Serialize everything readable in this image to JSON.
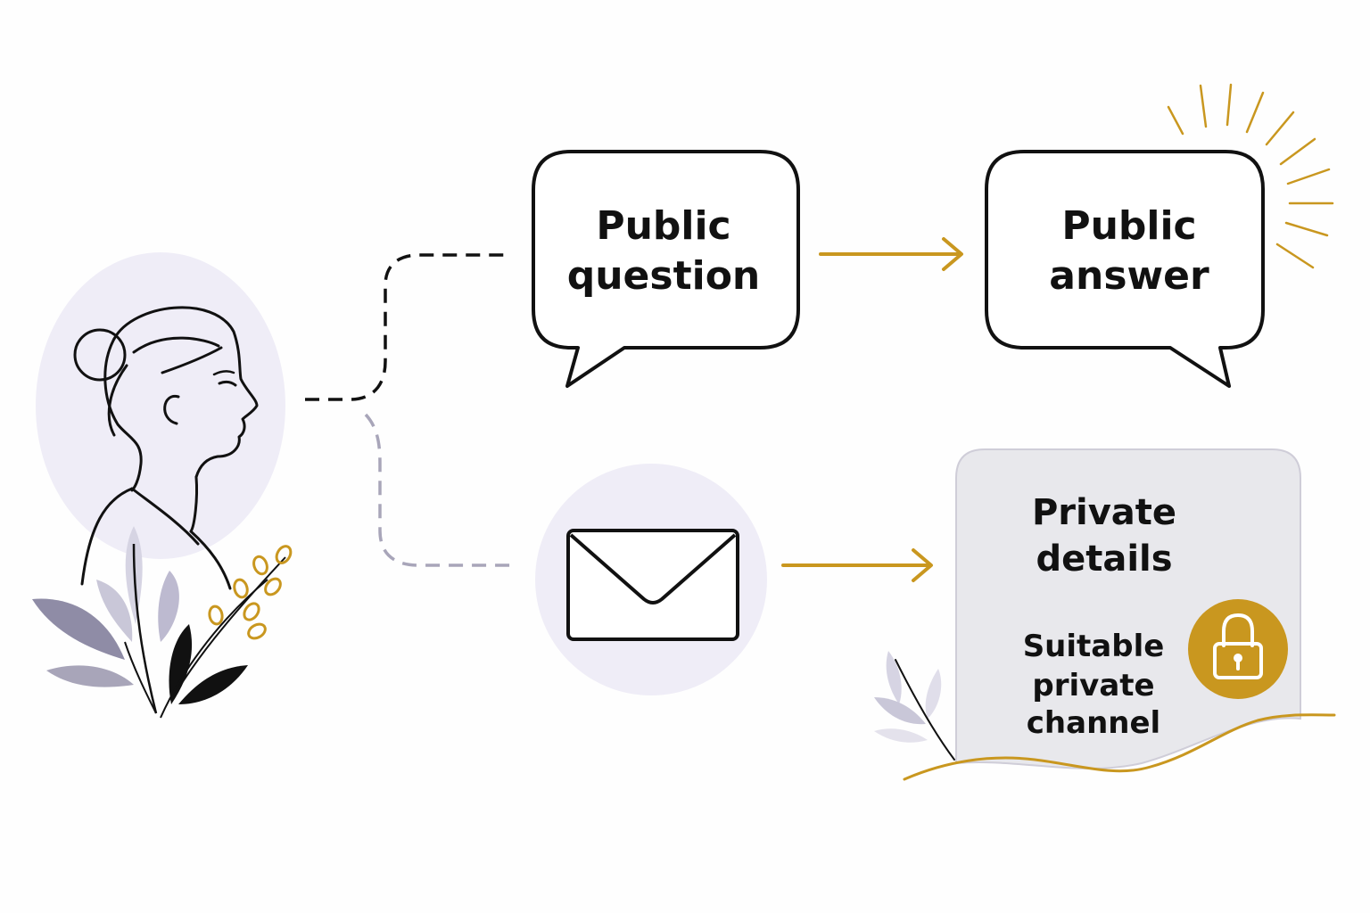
{
  "public_question": {
    "line1": "Public",
    "line2": "question"
  },
  "public_answer": {
    "line1": "Public",
    "line2": "answer"
  },
  "private_details": {
    "line1": "Private",
    "line2": "details"
  },
  "private_channel": {
    "line1": "Suitable",
    "line2": "private",
    "line3": "channel"
  },
  "icons": {
    "person": "person-profile-icon",
    "envelope": "envelope-icon",
    "lock": "padlock-icon",
    "rays": "sun-rays-icon"
  },
  "colors": {
    "ink": "#111111",
    "gold": "#c9971f",
    "lavender": "#efedf7",
    "panel": "#e8e8ec",
    "dashed_light": "#a8a5b9",
    "leaf": "#8f8ca6"
  }
}
